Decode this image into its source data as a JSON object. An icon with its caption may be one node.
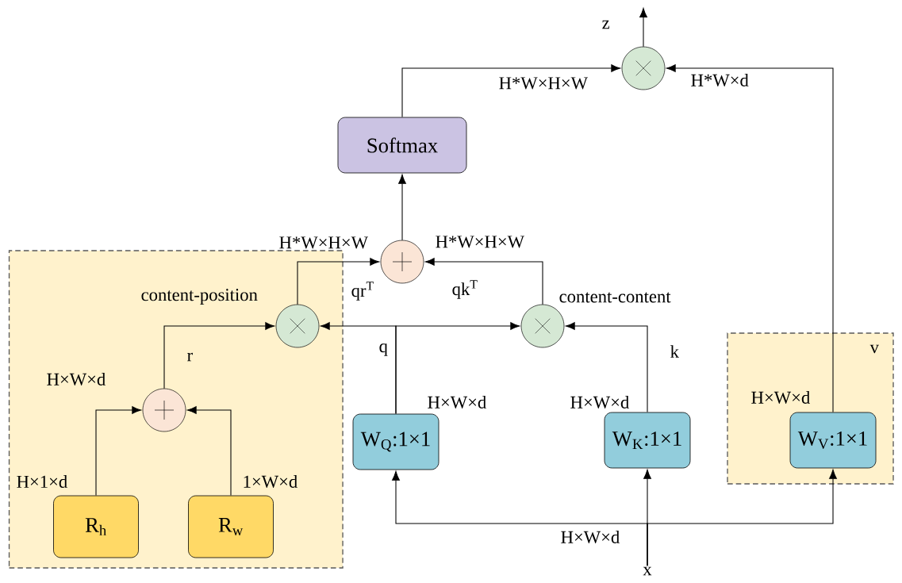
{
  "diagram": {
    "nodes": [
      {
        "text": [],
        "shape": "box"
      },
      {
        "text": [
          "R$_{h}$"
        ],
        "in": 0
      },
      {
        "text": [
          "R$_{w}$"
        ],
        "in": 0
      },
      {
        "text": [],
        "shape": "circle",
        "in": 0
      },
      {
        "text": [],
        "shape": "circle",
        "in": 0
      },
      {
        "text": [],
        "shape": "circle"
      },
      {
        "text": [
          "Softmax"
        ]
      },
      {
        "text": [],
        "shape": "circle"
      },
      {
        "text": [],
        "shape": "circle"
      },
      {
        "text": [
          "W$_{Q}$:1×1"
        ]
      },
      {
        "text": [
          "W$_{K}$:1×1"
        ]
      },
      {
        "text": [],
        "shape": "box"
      },
      {
        "text": [
          "W$_{V}$:1×1"
        ],
        "in": 11
      },
      {
        "text": [
          "x"
        ]
      }
    ],
    "edges": [
      {
        "from": 1,
        "to": 3,
        "arrow": "to"
      },
      {
        "from": 2,
        "to": 3,
        "arrow": "to"
      },
      {
        "from": 3,
        "to": 4,
        "arrow": "to"
      },
      {
        "from": 9,
        "to": 4,
        "arrow": "to"
      },
      {
        "from": 9,
        "to": 8,
        "arrow": "to"
      },
      {
        "from": 10,
        "to": 8,
        "arrow": "to"
      },
      {
        "from": 4,
        "to": 5,
        "arrow": "to"
      },
      {
        "from": 8,
        "to": 5,
        "arrow": "to"
      },
      {
        "from": 5,
        "to": 6,
        "arrow": "to"
      },
      {
        "from": 6,
        "to": 7,
        "arrow": "to"
      },
      {
        "from": 12,
        "to": 7,
        "arrow": "to"
      },
      {
        "from": 7,
        "to": null,
        "arrow": "to"
      },
      {
        "from": 13,
        "to": 10,
        "arrow": "to"
      },
      {
        "from": 13,
        "to": 9,
        "arrow": "to"
      },
      {
        "from": 13,
        "to": 12,
        "arrow": "to"
      }
    ],
    "labels": [
      "z",
      "H*W×H×W",
      "H*W×d",
      "H*W×H×W",
      "H*W×H×W",
      "content-position",
      "qr$^{T}$",
      "qk$^{T}$",
      "content-content",
      "r",
      "q",
      "k",
      "v",
      "H×W×d",
      "H×W×d",
      "H×W×d",
      "H×W×d",
      "H×1×d",
      "1×W×d",
      "H×W×d"
    ]
  }
}
